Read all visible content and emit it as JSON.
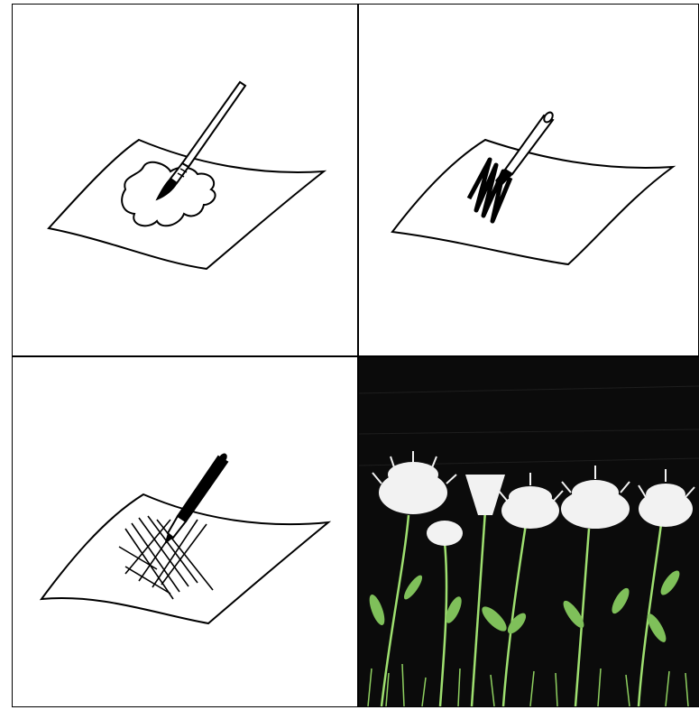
{
  "figure": {
    "panels": [
      {
        "name": "panel-ink-blot",
        "icon": "brush-ink-blot-illustration"
      },
      {
        "name": "panel-zigzag-strokes",
        "icon": "brush-zigzag-illustration"
      },
      {
        "name": "panel-crosshatch-lines",
        "icon": "pen-crosshatch-illustration"
      },
      {
        "name": "panel-flower-scratch-art",
        "icon": "flower-scratchboard-photo"
      }
    ],
    "colors": {
      "ink": "#000000",
      "paper": "#ffffff",
      "board": "#0b0b0b",
      "petal": "#f2f2f2",
      "stem": "#9fe070"
    }
  }
}
